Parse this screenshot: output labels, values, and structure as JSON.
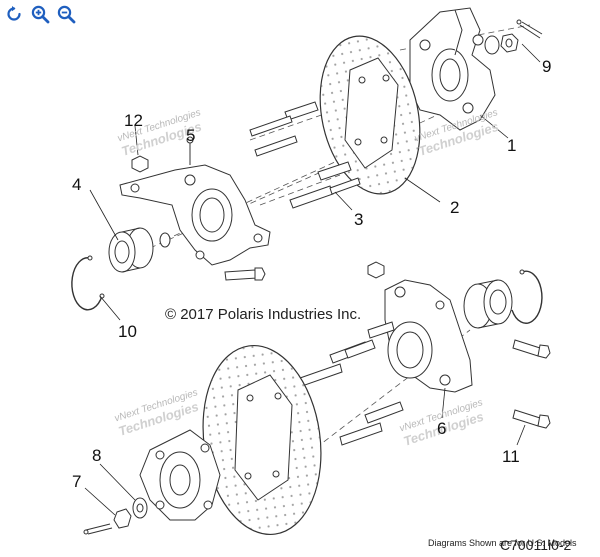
{
  "toolbar": {
    "buttons": [
      {
        "icon": "rotate-icon"
      },
      {
        "icon": "zoom-in-icon"
      },
      {
        "icon": "zoom-out-icon"
      }
    ],
    "accent_color": "#1f5fbf"
  },
  "callouts": [
    "1",
    "2",
    "3",
    "4",
    "5",
    "6",
    "7",
    "8",
    "9",
    "10",
    "11",
    "12"
  ],
  "copyright": "© 2017 Polaris Industries Inc.",
  "watermark": {
    "line1": "vNext Technologies",
    "line2": "Technologies"
  },
  "footer_note": "Diagrams Shown are for U.S. Models",
  "figure_id": "C70011i0-2"
}
